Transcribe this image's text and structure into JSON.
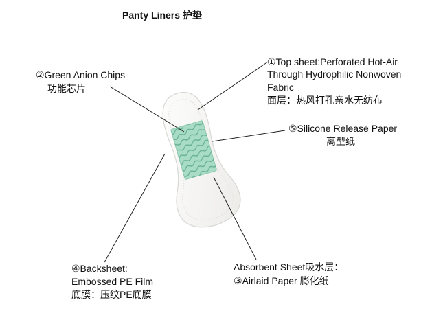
{
  "title": "Panty Liners 护垫",
  "labels": {
    "top_sheet": {
      "line1": "①Top sheet:Perforated Hot-Air",
      "line2": "Through Hydrophilic Nonwoven",
      "line3": "Fabric",
      "line4": "面层：热风打孔亲水无纺布"
    },
    "green_chips": {
      "line1": "②Green Anion Chips",
      "line2": "功能芯片"
    },
    "silicone": {
      "line1": "⑤Silicone Release Paper",
      "line2": "离型纸"
    },
    "backsheet": {
      "line1": "④Backsheet:",
      "line2": "Embossed PE Film",
      "line3": "底膜：压纹PE底膜"
    },
    "absorbent": {
      "line1": "Absorbent Sheet吸水层：",
      "line2": "③Airlaid Paper 膨化纸"
    }
  },
  "colors": {
    "liner": "#f7f7f5",
    "liner_edge": "#d7d7d4",
    "chip": "#a9dcc6",
    "chip_pattern": "#5aa88a",
    "leader": "#222222"
  }
}
